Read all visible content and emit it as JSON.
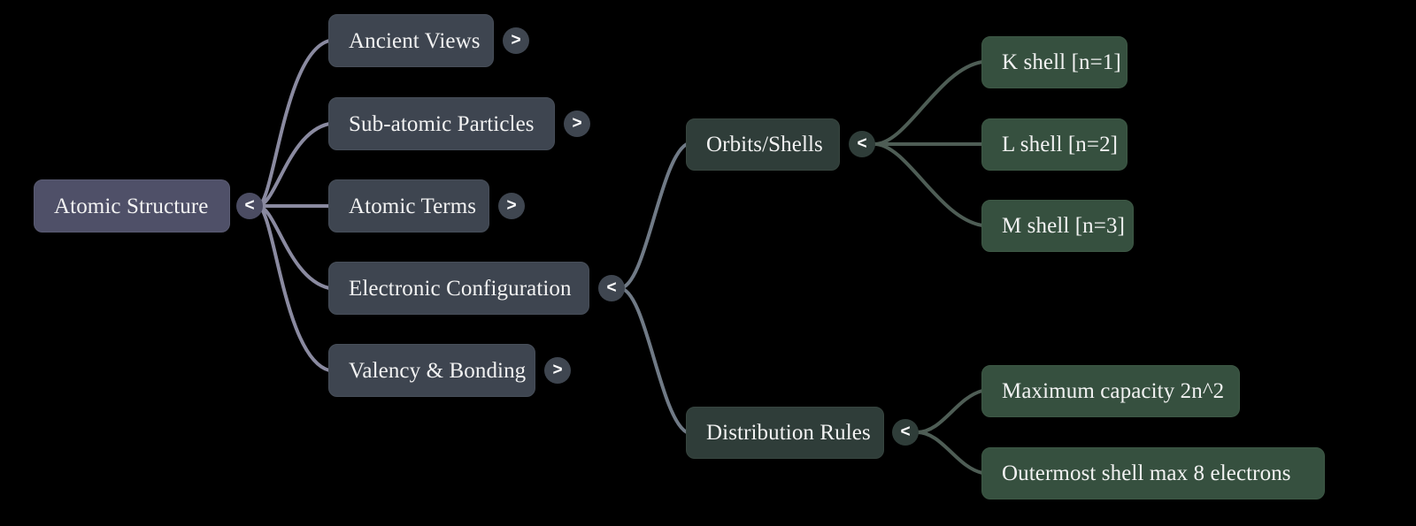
{
  "mindmap": {
    "title": "Atomic Structure",
    "colors": {
      "background": "#000000",
      "root_fill": "#4f5068",
      "level1_fill": "#3e4550",
      "level2_fill": "#2f3d39",
      "level3_fill": "#36503f",
      "edge_purple": "#8a8aa0",
      "edge_slate": "#707a86",
      "edge_green": "#4e5d55",
      "text": "#f2f2f2"
    },
    "toggle_labels": {
      "expanded": "<",
      "collapsed": ">"
    },
    "root": {
      "label": "Atomic Structure",
      "toggle": "<",
      "expanded": true
    },
    "branches": [
      {
        "label": "Ancient Views",
        "toggle": ">",
        "expanded": false
      },
      {
        "label": "Sub-atomic Particles",
        "toggle": ">",
        "expanded": false
      },
      {
        "label": "Atomic Terms",
        "toggle": ">",
        "expanded": false
      },
      {
        "label": "Electronic Configuration",
        "toggle": "<",
        "expanded": true
      },
      {
        "label": "Valency & Bonding",
        "toggle": ">",
        "expanded": false
      }
    ],
    "subbranches": [
      {
        "label": "Orbits/Shells",
        "toggle": "<",
        "expanded": true,
        "children": [
          {
            "label": "K shell [n=1]"
          },
          {
            "label": "L shell [n=2]"
          },
          {
            "label": "M shell [n=3]"
          }
        ]
      },
      {
        "label": "Distribution Rules",
        "toggle": "<",
        "expanded": true,
        "children": [
          {
            "label": "Maximum capacity 2n^2"
          },
          {
            "label": "Outermost shell max 8 electrons"
          }
        ]
      }
    ]
  }
}
